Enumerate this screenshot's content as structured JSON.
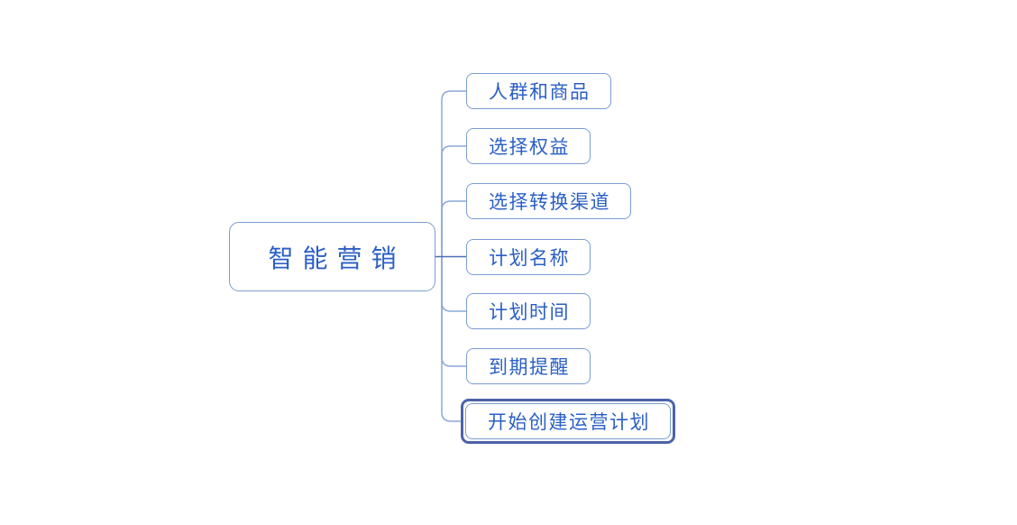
{
  "colors": {
    "background": "#ffffff",
    "node_border": "#7b9cd4",
    "node_text": "#2a5fc5",
    "connector": "#8ca8d8",
    "root_connector": "#4a70b5",
    "selected_outline": "#4c63a7"
  },
  "mindmap": {
    "root": {
      "label": "智能营销"
    },
    "children": [
      {
        "label": "人群和商品",
        "selected": false
      },
      {
        "label": "选择权益",
        "selected": false
      },
      {
        "label": "选择转换渠道",
        "selected": false
      },
      {
        "label": "计划名称",
        "selected": false
      },
      {
        "label": "计划时间",
        "selected": false
      },
      {
        "label": "到期提醒",
        "selected": false
      },
      {
        "label": "开始创建运营计划",
        "selected": true
      }
    ]
  }
}
